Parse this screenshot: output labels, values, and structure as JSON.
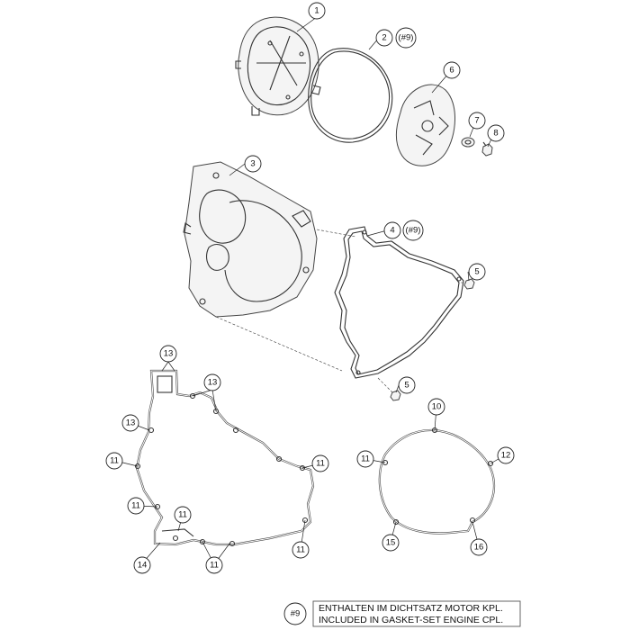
{
  "callouts": [
    {
      "id": "c1",
      "label": "1"
    },
    {
      "id": "c2",
      "label": "2",
      "ref": "(#9)"
    },
    {
      "id": "c3",
      "label": "3"
    },
    {
      "id": "c4",
      "label": "4",
      "ref": "(#9)"
    },
    {
      "id": "c5a",
      "label": "5"
    },
    {
      "id": "c5b",
      "label": "5"
    },
    {
      "id": "c6",
      "label": "6"
    },
    {
      "id": "c7",
      "label": "7"
    },
    {
      "id": "c8",
      "label": "8"
    },
    {
      "id": "c10",
      "label": "10"
    },
    {
      "id": "c11a",
      "label": "11"
    },
    {
      "id": "c11b",
      "label": "11"
    },
    {
      "id": "c11c",
      "label": "11"
    },
    {
      "id": "c11d",
      "label": "11"
    },
    {
      "id": "c11e",
      "label": "11"
    },
    {
      "id": "c11f",
      "label": "11"
    },
    {
      "id": "c11g",
      "label": "11"
    },
    {
      "id": "c12",
      "label": "12"
    },
    {
      "id": "c13a",
      "label": "13"
    },
    {
      "id": "c13b",
      "label": "13"
    },
    {
      "id": "c13c",
      "label": "13"
    },
    {
      "id": "c14",
      "label": "14"
    },
    {
      "id": "c15",
      "label": "15"
    },
    {
      "id": "c16",
      "label": "16"
    }
  ],
  "note": {
    "ref": "#9",
    "line1": "ENTHALTEN IM DICHTSATZ MOTOR KPL.",
    "line2": "INCLUDED IN GASKET-SET ENGINE CPL."
  }
}
